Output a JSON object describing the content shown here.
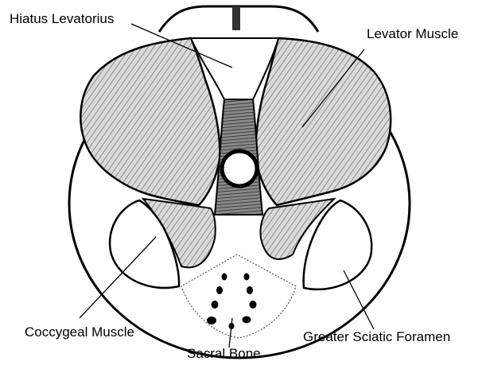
{
  "labels": {
    "hiatus_levatorius": "Hiatus Levatorius",
    "levator_muscle": "Levator Muscle",
    "coccygeal_muscle": "Coccygeal Muscle",
    "sacral_bone": "Sacral Bone",
    "greater_sciatic_foramen": "Greater Sciatic Foramen"
  },
  "colors": {
    "ink": "#000000",
    "muscle_shade": "#bdbdbd",
    "muscle_dark": "#6e6e6e",
    "paper": "#ffffff"
  }
}
